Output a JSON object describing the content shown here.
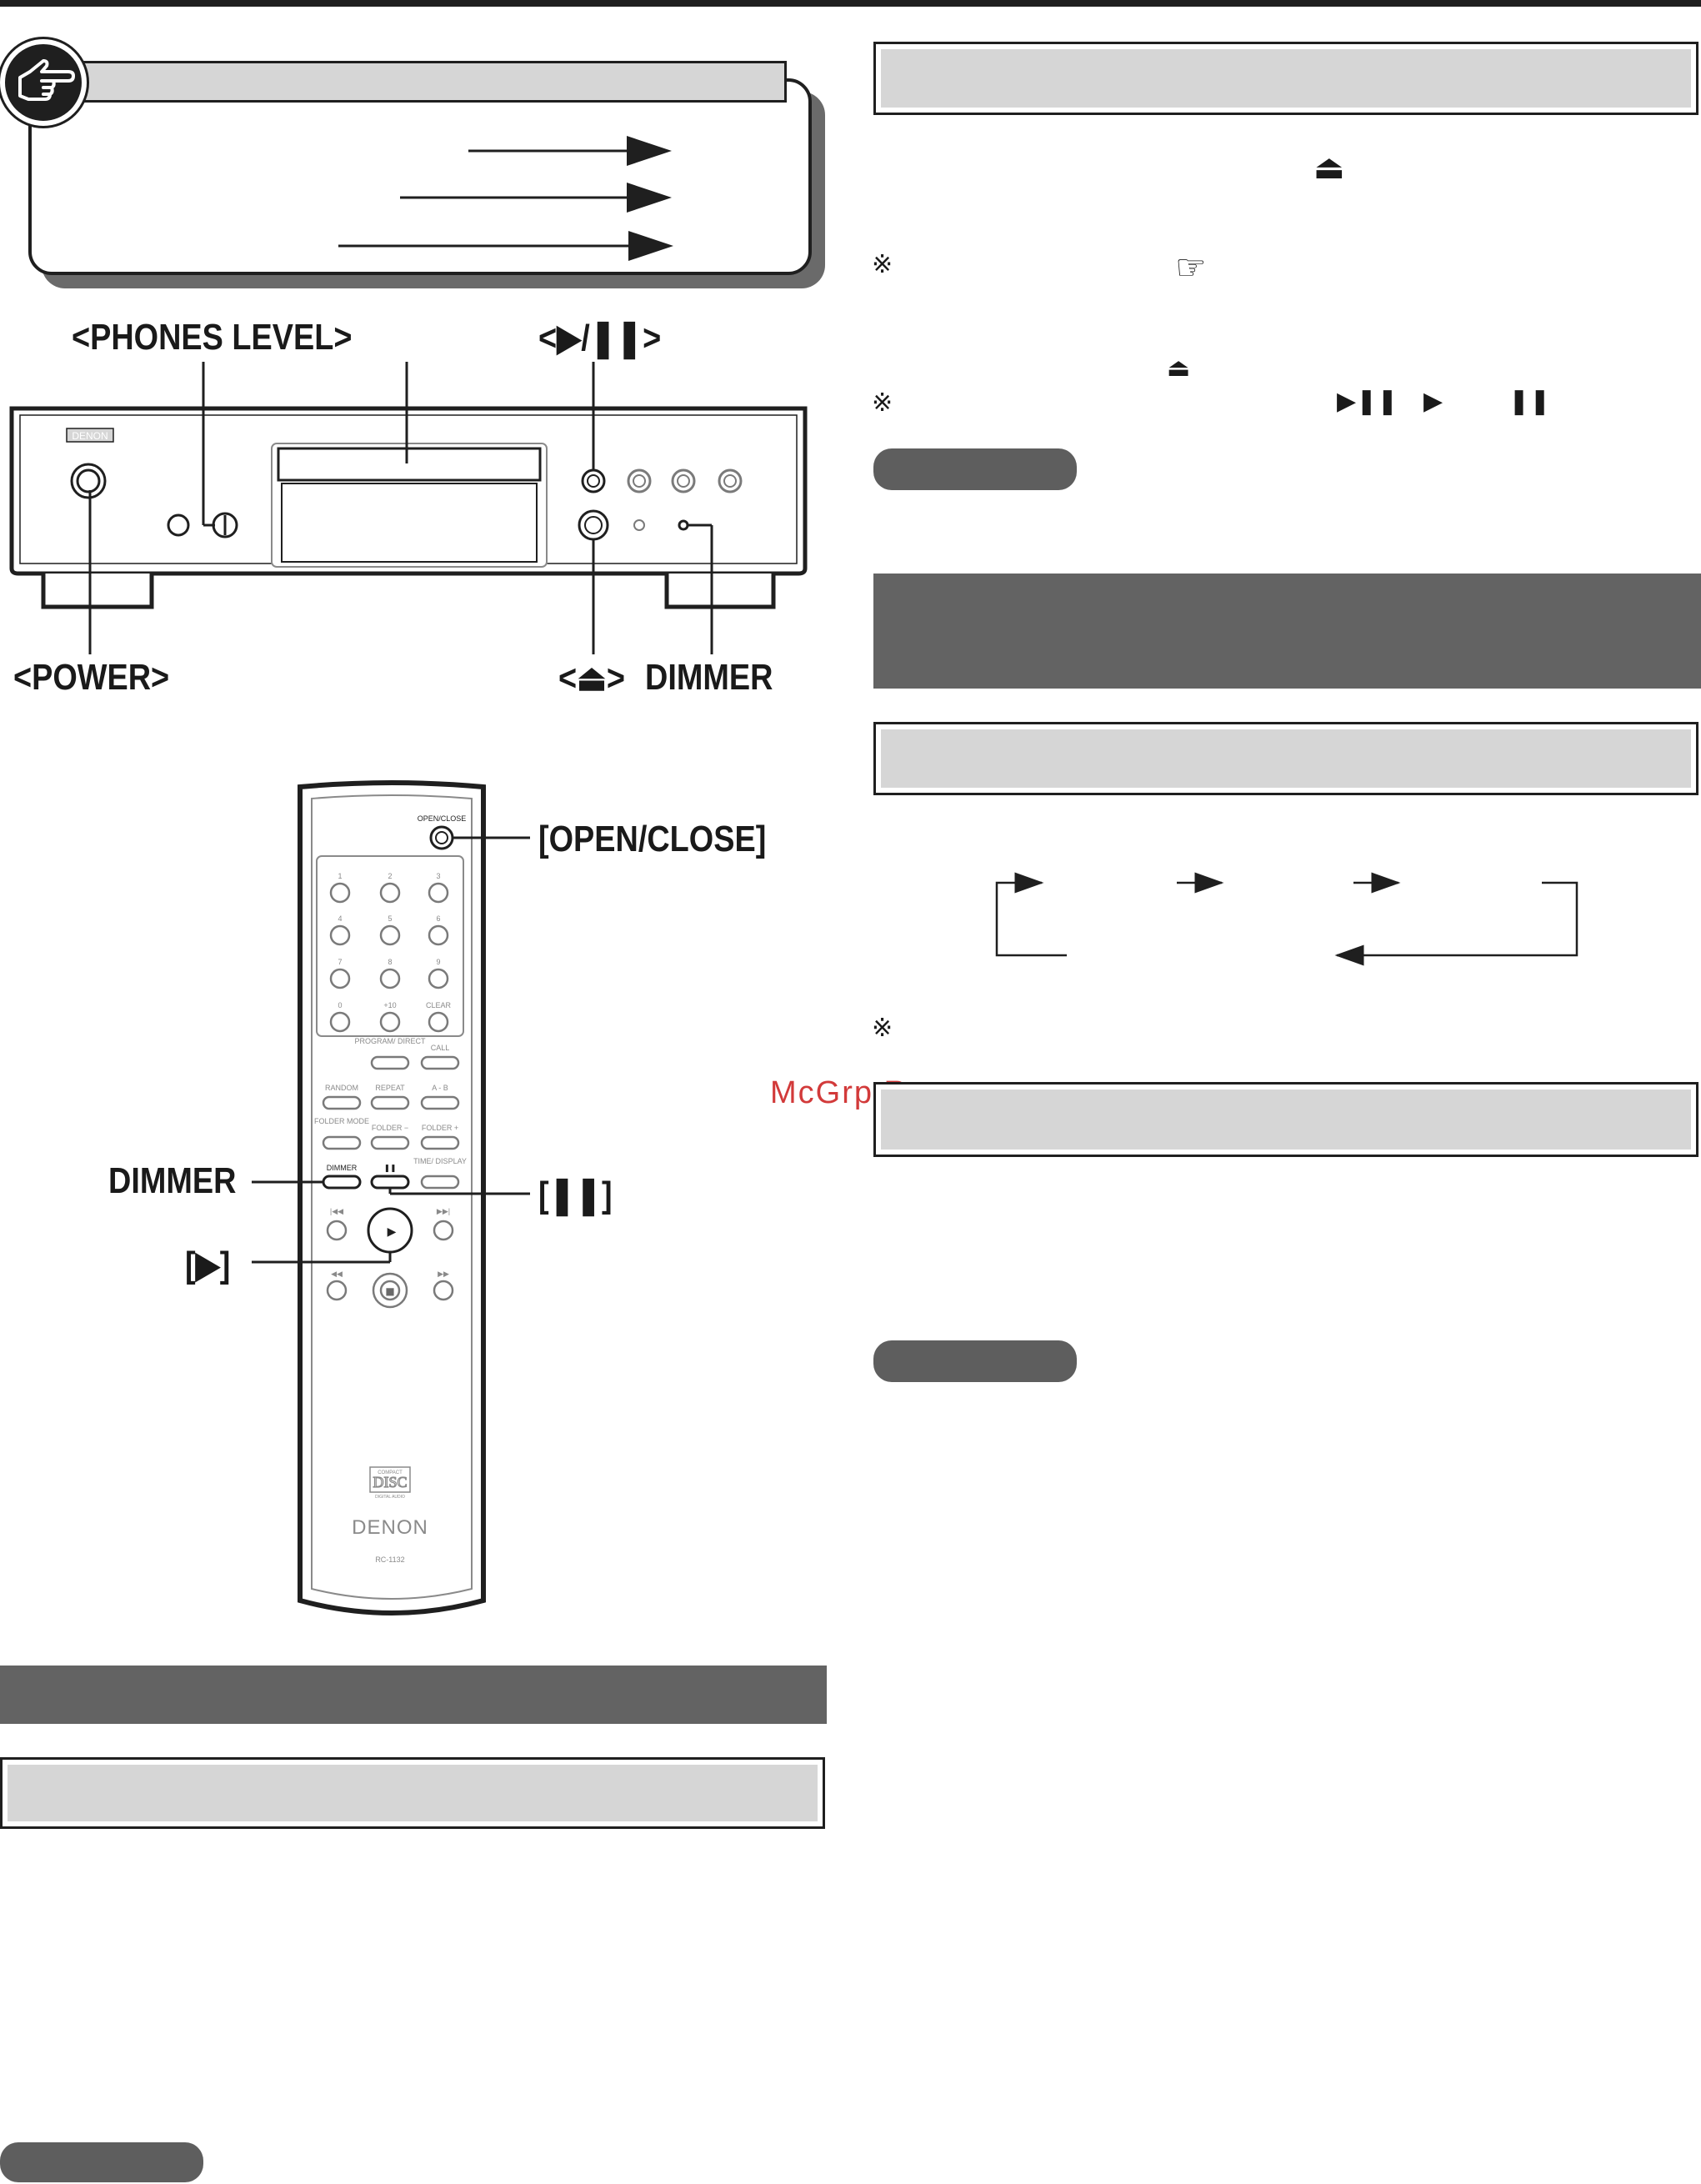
{
  "labels": {
    "phones_level": "<PHONES LEVEL>",
    "play_pause": "<▶/❚❚>",
    "power": "<POWER>",
    "eject": "<⏏>",
    "dimmer_front": "DIMMER",
    "open_close": "[OPEN/CLOSE]",
    "dimmer_remote": "DIMMER",
    "pause_remote": "[❚❚]",
    "play_remote": "[▶]"
  },
  "front_panel": {
    "brand": "DENON"
  },
  "remote": {
    "top_label": "OPEN/CLOSE",
    "keys": [
      "1",
      "2",
      "3",
      "4",
      "5",
      "6",
      "7",
      "8",
      "9",
      "0",
      "+10",
      "CLEAR"
    ],
    "program_direct": "PROGRAM/ DIRECT",
    "call": "CALL",
    "random": "RANDOM",
    "repeat": "REPEAT",
    "a_b": "A - B",
    "folder_mode": "FOLDER MODE",
    "folder_minus": "FOLDER −",
    "folder_plus": "FOLDER +",
    "dimmer": "DIMMER",
    "pause": "❚❚",
    "time_display": "TIME/ DISPLAY",
    "skip_back": "|◀◀",
    "skip_fwd": "▶▶|",
    "rew": "◀◀",
    "ffw": "▶▶",
    "play": "▶",
    "stop": "■",
    "disc_logo_top": "COMPACT",
    "disc_logo_main": "DISC",
    "disc_logo_bottom": "DIGITAL AUDIO",
    "brand": "DENON",
    "model": "RC-1132"
  },
  "symbols": {
    "eject": "⏏",
    "reference_mark": "※",
    "hand_ref": "☞",
    "play_pause": "▶❚❚",
    "play": "▶",
    "pause": "❚❚"
  },
  "watermark": "McGrp.Ru"
}
